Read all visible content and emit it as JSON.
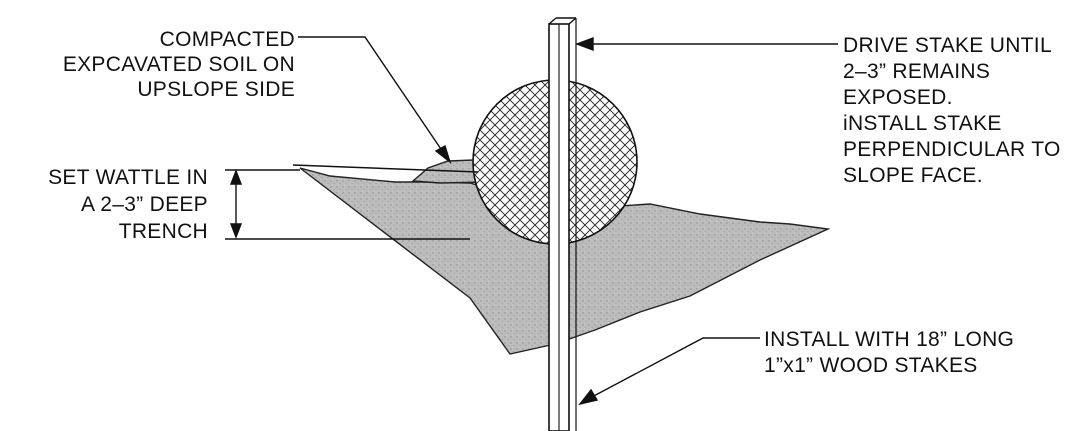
{
  "labels": {
    "compacted_soil": [
      "COMPACTED",
      "EXPCAVATED SOIL ON",
      "UPSLOPE SIDE"
    ],
    "drive_stake": [
      "DRIVE STAKE UNTIL",
      "2–3” REMAINS",
      "EXPOSED.",
      "iNSTALL STAKE",
      "PERPENDICULAR TO",
      "SLOPE FACE."
    ],
    "set_wattle": [
      "SET WATTLE IN",
      "A 2–3” DEEP",
      "TRENCH"
    ],
    "install_stakes": [
      "INSTALL WITH 18” LONG",
      "1”x1” WOOD STAKES"
    ]
  },
  "colors": {
    "ink": "#111111",
    "soil": "#b9b9b9",
    "background": "#ffffff"
  }
}
